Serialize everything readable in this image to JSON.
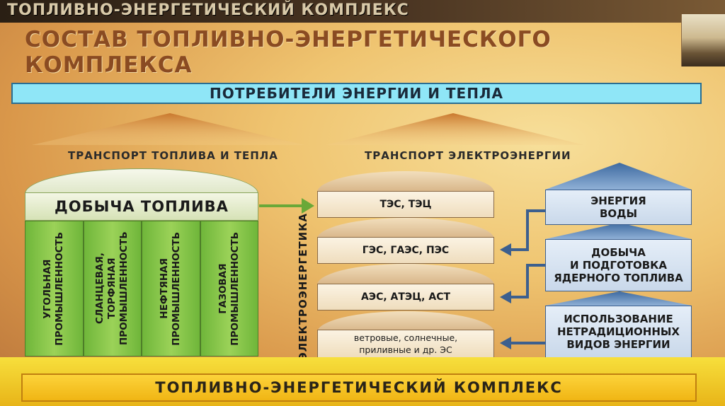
{
  "header": {
    "title": "ТОПЛИВНО-ЭНЕРГЕТИЧЕСКИЙ КОМПЛЕКС"
  },
  "subtitle": "СОСТАВ ТОПЛИВНО-ЭНЕРГЕТИЧЕСКОГО КОМПЛЕКСА",
  "consumers": "ПОТРЕБИТЕЛИ ЭНЕРГИИ И ТЕПЛА",
  "transport": {
    "fuel_heat": "ТРАНСПОРТ ТОПЛИВА И ТЕПЛА",
    "electricity": "ТРАНСПОРТ ЭЛЕКТРОЭНЕРГИИ"
  },
  "fuel": {
    "title": "ДОБЫЧА ТОПЛИВА",
    "industries": [
      {
        "line1": "УГОЛЬНАЯ",
        "line2": "ПРОМЫШЛЕННОСТЬ"
      },
      {
        "line1": "СЛАНЦЕВАЯ, ТОРФЯНАЯ",
        "line2": "ПРОМЫШЛЕННОСТЬ"
      },
      {
        "line1": "НЕФТЯНАЯ",
        "line2": "ПРОМЫШЛЕННОСТЬ"
      },
      {
        "line1": "ГАЗОВАЯ",
        "line2": "ПРОМЫШЛЕННОСТЬ"
      }
    ]
  },
  "electro": {
    "label": "ЭЛЕКТРОЭНЕРГЕТИКА",
    "plants": [
      {
        "line1": "ТЭС, ТЭЦ",
        "line2": ""
      },
      {
        "line1": "ГЭС, ГАЭС, ПЭС",
        "line2": ""
      },
      {
        "line1": "АЭС, АТЭЦ, АСТ",
        "line2": ""
      },
      {
        "line1": "ветровые, солнечные,",
        "line2": "приливные и др. ЭС"
      }
    ]
  },
  "sources": [
    {
      "lines": [
        "ЭНЕРГИЯ",
        "ВОДЫ"
      ]
    },
    {
      "lines": [
        "ДОБЫЧА",
        "И ПОДГОТОВКА",
        "ЯДЕРНОГО ТОПЛИВА"
      ]
    },
    {
      "lines": [
        "ИСПОЛЬЗОВАНИЕ",
        "НЕТРАДИЦИОННЫХ",
        "ВИДОВ ЭНЕРГИИ"
      ]
    }
  ],
  "base": "ТОПЛИВНО-ЭНЕРГЕТИЧЕСКИЙ КОМПЛЕКС",
  "colors": {
    "consumers_bg": "#8fe6f7",
    "fuel_green": "#8cc84b",
    "source_blue": "#3c5f8e",
    "base_yellow": "#f5c21b",
    "roof_orange": "#d9963f"
  }
}
